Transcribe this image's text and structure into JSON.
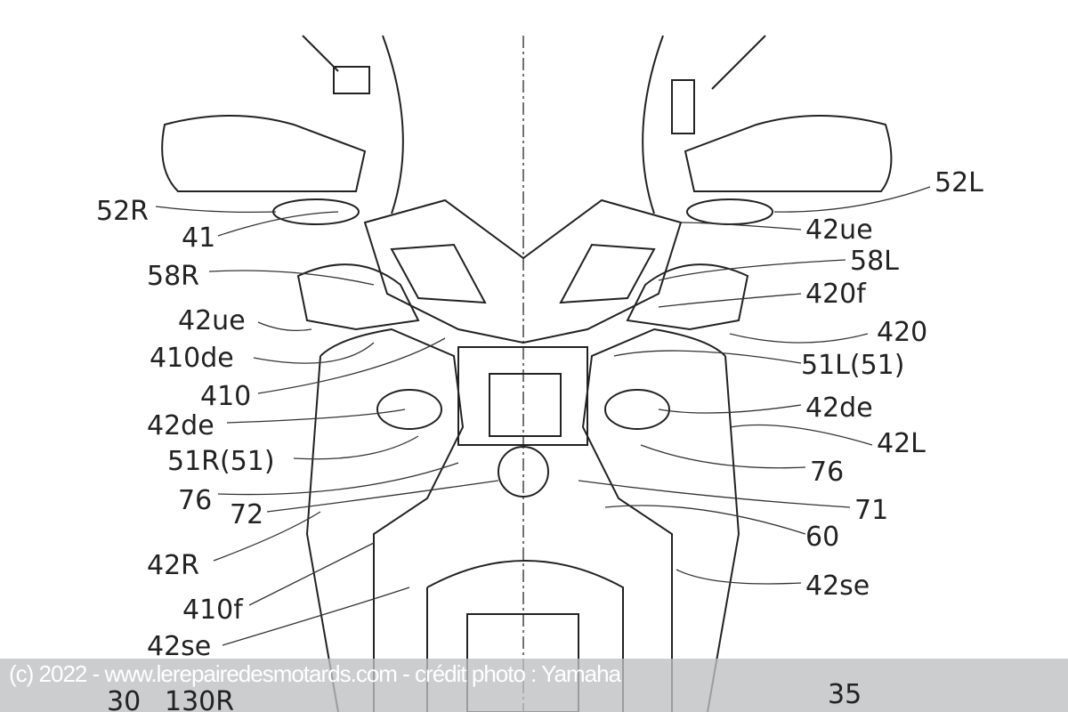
{
  "figure": {
    "labels_left": [
      "52R",
      "41",
      "58R",
      "42ue",
      "410de",
      "410",
      "42de",
      "51R(51)",
      "76",
      "72",
      "42R",
      "410f",
      "42se",
      "130R",
      "30"
    ],
    "labels_right": [
      "52L",
      "42ue",
      "58L",
      "420f",
      "420",
      "51L(51)",
      "42de",
      "42L",
      "76",
      "71",
      "60",
      "42se",
      "35"
    ]
  },
  "caption": "(c) 2022 - www.lerepairedesmotards.com - crédit photo : Yamaha"
}
